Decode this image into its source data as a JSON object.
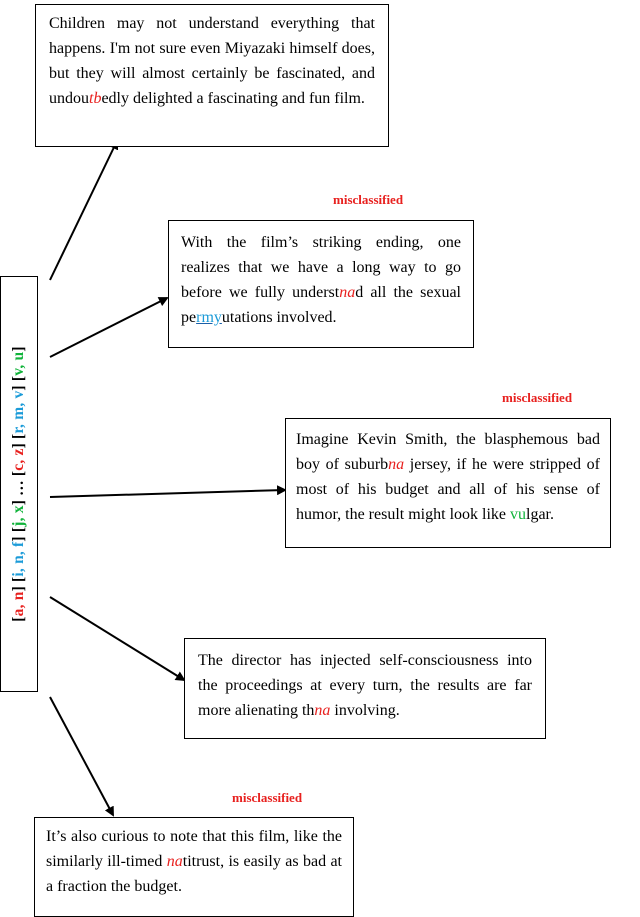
{
  "key_sequence": {
    "groups": [
      {
        "text": "[",
        "color": "black"
      },
      {
        "text": "a, n",
        "color": "red"
      },
      {
        "text": "] [",
        "color": "black"
      },
      {
        "text": "i, n, f",
        "color": "blue"
      },
      {
        "text": "] [",
        "color": "black"
      },
      {
        "text": "j, x",
        "color": "green"
      },
      {
        "text": "] … [",
        "color": "black"
      },
      {
        "text": "c, z",
        "color": "red"
      },
      {
        "text": "] [",
        "color": "black"
      },
      {
        "text": "r, m, v",
        "color": "blue"
      },
      {
        "text": "] [",
        "color": "black"
      },
      {
        "text": "v, u",
        "color": "green"
      },
      {
        "text": "]",
        "color": "black"
      }
    ]
  },
  "examples": [
    {
      "misclassified": "",
      "segments": [
        {
          "text": "Children may not understand everything that happens. I'm not sure even Miyazaki himself does, but they will almost certainly be fascinated, and undou",
          "style": "plain"
        },
        {
          "text": "tb",
          "style": "red"
        },
        {
          "text": "edly delighted a fascinating and fun film.",
          "style": "plain"
        }
      ]
    },
    {
      "misclassified": "misclassified",
      "segments": [
        {
          "text": "With the film’s striking ending, one realizes that we have a long way to go before we fully underst",
          "style": "plain"
        },
        {
          "text": "na",
          "style": "red"
        },
        {
          "text": "d all the sexual pe",
          "style": "plain"
        },
        {
          "text": "rmy",
          "style": "blue"
        },
        {
          "text": "utations involved.",
          "style": "plain"
        }
      ]
    },
    {
      "misclassified": "misclassified",
      "segments": [
        {
          "text": "Imagine Kevin Smith, the blasphemous bad boy of suburb",
          "style": "plain"
        },
        {
          "text": "na",
          "style": "red"
        },
        {
          "text": " jersey, if he were stripped of most of his budget and all of his sense of humor, the result might look like ",
          "style": "plain"
        },
        {
          "text": "vu",
          "style": "green"
        },
        {
          "text": "lgar.",
          "style": "plain"
        }
      ]
    },
    {
      "misclassified": "",
      "segments": [
        {
          "text": "The director has injected self-consciousness into the proceedings at every turn, the results are far more alienating th",
          "style": "plain"
        },
        {
          "text": "na",
          "style": "red"
        },
        {
          "text": " involving.",
          "style": "plain"
        }
      ]
    },
    {
      "misclassified": "misclassified",
      "segments": [
        {
          "text": "It’s also curious to note that this film, like the similarly ill-timed ",
          "style": "plain"
        },
        {
          "text": "na",
          "style": "red"
        },
        {
          "text": "titrust, is easily as bad at a fraction the budget.",
          "style": "plain"
        }
      ]
    }
  ]
}
